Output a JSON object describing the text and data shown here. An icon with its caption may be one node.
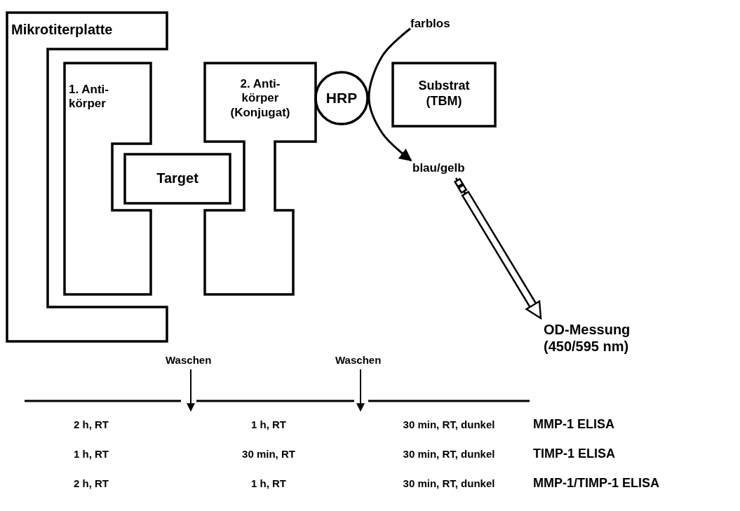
{
  "diagram": {
    "nodes": [
      {
        "text": [
          "Mikrotiterplatte"
        ]
      },
      {
        "text": [
          "1. Anti- körper"
        ]
      },
      {
        "text": [
          "Target"
        ]
      },
      {
        "text": [
          "2. Anti- körper (Konjugat)"
        ]
      },
      {
        "text": [
          "HRP"
        ]
      },
      {
        "text": [
          "Substrat (TBM)"
        ]
      },
      {
        "text": [
          "farblos"
        ]
      },
      {
        "text": [
          "blau/gelb"
        ]
      },
      {
        "text": [
          "OD-Messung (450/595 nm)"
        ]
      },
      {
        "text": [
          "Waschen"
        ]
      },
      {
        "text": [
          "Waschen"
        ]
      }
    ],
    "edges": [
      {
        "from": 6,
        "to": 7,
        "arrow": "to"
      },
      {
        "from": 7,
        "to": 8,
        "arrow": "to"
      },
      {
        "from": 9,
        "to": null,
        "arrow": "to"
      },
      {
        "from": 10,
        "to": null,
        "arrow": "to"
      }
    ],
    "labels": [
      "2 h, RT",
      "1 h, RT",
      "30 min, RT, dunkel",
      "MMP-1 ELISA",
      "1 h, RT",
      "30 min, RT",
      "30 min, RT, dunkel",
      "TIMP-1 ELISA",
      "2 h, RT",
      "1 h, RT",
      "30 min, RT, dunkel",
      "MMP-1/TIMP-1 ELISA"
    ]
  }
}
